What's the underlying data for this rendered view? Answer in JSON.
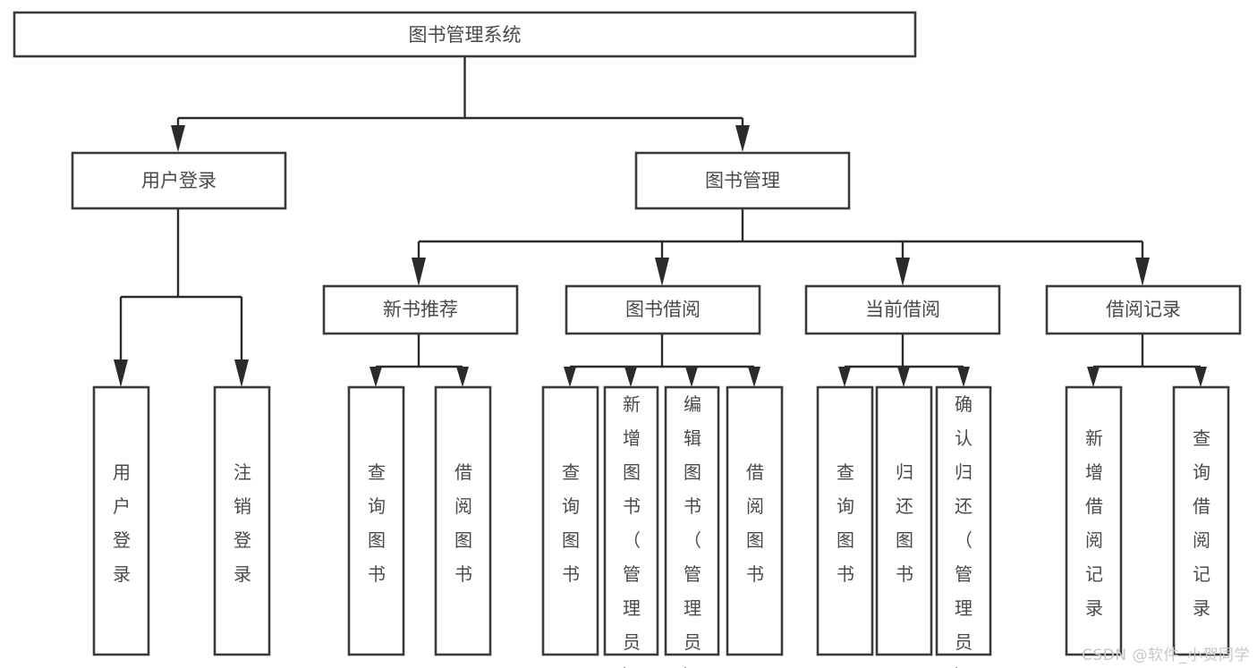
{
  "diagram": {
    "type": "tree",
    "title": "图书管理系统",
    "watermark": "CSDN @软件_小贺同学",
    "colors": {
      "box_stroke": "#3a3a3a",
      "connector": "#2b2b2b",
      "text": "#4a4a4a",
      "background": "#ffffff",
      "watermark": "#c7c7c7"
    },
    "root": {
      "id": "root",
      "label": "图书管理系统"
    },
    "level2": [
      {
        "id": "user-login",
        "label": "用户登录"
      },
      {
        "id": "book-manage",
        "label": "图书管理"
      }
    ],
    "level3": [
      {
        "id": "new-book-recommend",
        "label": "新书推荐",
        "parent": "book-manage"
      },
      {
        "id": "book-borrow",
        "label": "图书借阅",
        "parent": "book-manage"
      },
      {
        "id": "current-borrow",
        "label": "当前借阅",
        "parent": "book-manage"
      },
      {
        "id": "borrow-record",
        "label": "借阅记录",
        "parent": "book-manage"
      }
    ],
    "leaves": {
      "user-login": [
        {
          "id": "leaf-user-login",
          "label": "用户登录"
        },
        {
          "id": "leaf-user-logout",
          "label": "注销登录"
        }
      ],
      "new-book-recommend": [
        {
          "id": "leaf-query-book-1",
          "label": "查询图书"
        },
        {
          "id": "leaf-borrow-book-1",
          "label": "借阅图书"
        }
      ],
      "book-borrow": [
        {
          "id": "leaf-query-book-2",
          "label": "查询图书"
        },
        {
          "id": "leaf-add-book",
          "label": "新增图书（管理员）"
        },
        {
          "id": "leaf-edit-book",
          "label": "编辑图书（管理员）"
        },
        {
          "id": "leaf-borrow-book-2",
          "label": "借阅图书"
        }
      ],
      "current-borrow": [
        {
          "id": "leaf-query-book-3",
          "label": "查询图书"
        },
        {
          "id": "leaf-return-book",
          "label": "归还图书"
        },
        {
          "id": "leaf-confirm-return",
          "label": "确认归还（管理员）"
        }
      ],
      "borrow-record": [
        {
          "id": "leaf-add-record",
          "label": "新增借阅记录"
        },
        {
          "id": "leaf-query-record",
          "label": "查询借阅记录"
        }
      ]
    }
  }
}
